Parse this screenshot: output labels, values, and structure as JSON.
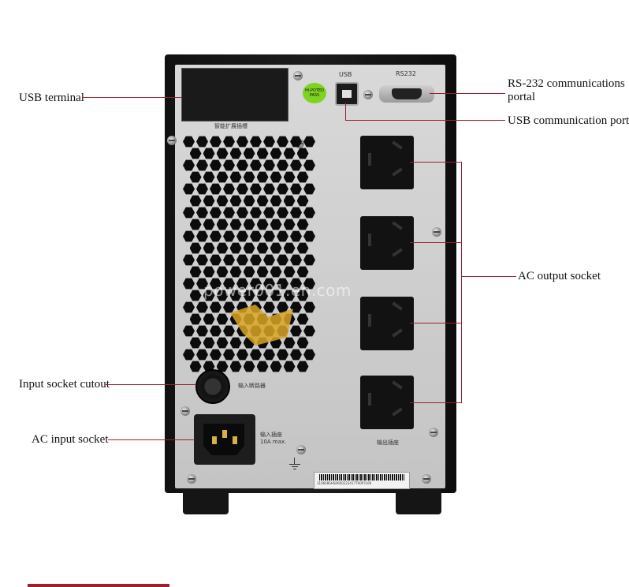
{
  "callouts": {
    "usb_terminal": "USB terminal",
    "rs232_line1": "RS-232 communications",
    "rs232_line2": "portal",
    "usb_port": "USB communication port",
    "ac_output": "AC output socket",
    "input_cutout": "Input socket cutout",
    "ac_input": "AC input socket"
  },
  "panel_labels": {
    "usb": "USB",
    "rs232": "RS232",
    "hipot": "HI-POTED PASS",
    "slot": "智能扩展插槽",
    "breaker": "输入断路器",
    "input_socket": "输入插座",
    "input_rating": "10A max.",
    "output_socket": "输出插座",
    "serial": "310608SHSR600223417TR0P7L09"
  },
  "watermark": "power001.en.com",
  "colors": {
    "callout_line": "#9b2030",
    "panel": "#d0d0d0",
    "body": "#151515"
  }
}
